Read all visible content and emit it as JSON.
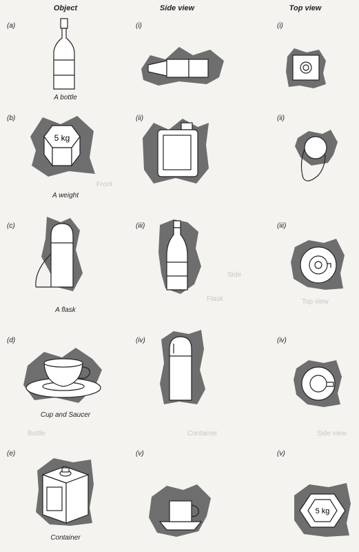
{
  "headers": {
    "object": "Object",
    "side": "Side view",
    "top": "Top view"
  },
  "rows": [
    {
      "obj_label": "(a)",
      "caption": "A bottle",
      "side_label": "(i)",
      "top_label": "(i)"
    },
    {
      "obj_label": "(b)",
      "caption": "A weight",
      "side_label": "(ii)",
      "top_label": "(ii)",
      "weight_text": "5 kg"
    },
    {
      "obj_label": "(c)",
      "caption": "A flask",
      "side_label": "(iii)",
      "top_label": "(iii)"
    },
    {
      "obj_label": "(d)",
      "caption": "Cup and Saucer",
      "side_label": "(iv)",
      "top_label": "(iv)"
    },
    {
      "obj_label": "(e)",
      "caption": "Container",
      "side_label": "(v)",
      "top_label": "(v)",
      "top_weight_text": "5 kg"
    }
  ],
  "background_fragments": [
    "Front",
    "Top view",
    "Side",
    "Flask",
    "Container",
    "Bottle",
    "Side view"
  ],
  "colors": {
    "shadow": "#6e6e6e",
    "ink": "#222222",
    "paper": "#f4f3f0"
  }
}
